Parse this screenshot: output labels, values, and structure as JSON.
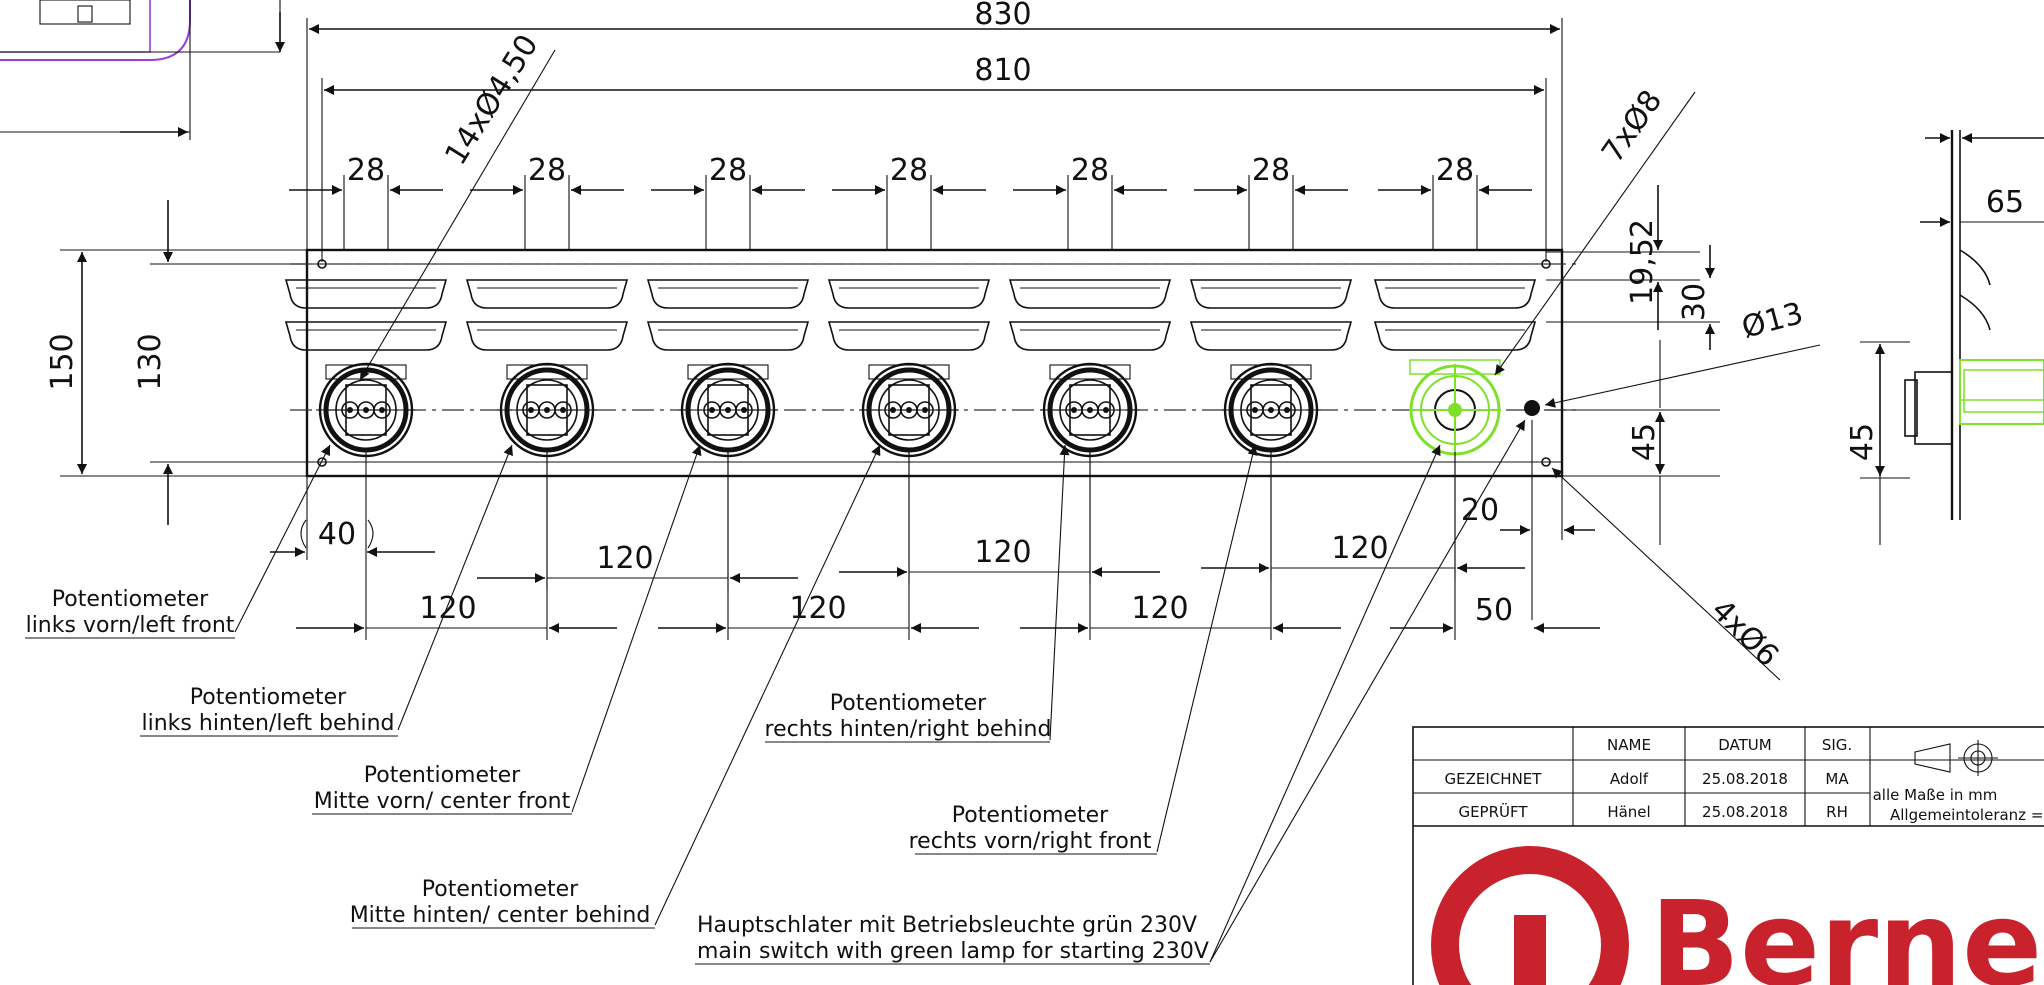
{
  "dimensions": {
    "overall_width": "830",
    "inner_width": "810",
    "pitch_28": "28",
    "height_150": "150",
    "height_130": "130",
    "offset_40": "40",
    "spacing_120": "120",
    "dim_20": "20",
    "dim_50": "50",
    "dim_19_52": "19,52",
    "dim_30": "30",
    "dim_45": "45",
    "side_65": "65",
    "side_45": "45"
  },
  "holes": {
    "pot_holes": "14xØ4,50",
    "main_holes": "7xØ8",
    "lamp_hole": "Ø13",
    "corner_holes": "4xØ6"
  },
  "labels": {
    "left_front": [
      "Potentiometer",
      "links vorn/left front"
    ],
    "left_behind": [
      "Potentiometer",
      "links hinten/left behind"
    ],
    "center_front": [
      "Potentiometer",
      "Mitte vorn/ center front"
    ],
    "center_behind": [
      "Potentiometer",
      "Mitte hinten/ center behind"
    ],
    "right_behind": [
      "Potentiometer",
      "rechts hinten/right behind"
    ],
    "right_front": [
      "Potentiometer",
      "rechts vorn/right front"
    ],
    "main_switch": [
      "Hauptschlater mit Betriebsleuchte grün 230V",
      "main switch with green lamp for starting 230V"
    ]
  },
  "title_block": {
    "headers": [
      "NAME",
      "DATUM",
      "SIG."
    ],
    "rows": [
      {
        "role": "GEZEICHNET",
        "name": "Adolf",
        "date": "25.08.2018",
        "sig": "MA"
      },
      {
        "role": "GEPRÜFT",
        "name": "Hänel",
        "date": "25.08.2018",
        "sig": "RH"
      }
    ],
    "units_note": "alle Maße in mm",
    "tolerance_note": "Allgemeintoleranz = m",
    "brand": "Berner"
  },
  "colors": {
    "line": "#111111",
    "accent_purple": "#9b3fd6",
    "accent_green": "#7fe02a",
    "brand_red": "#c8232c"
  }
}
